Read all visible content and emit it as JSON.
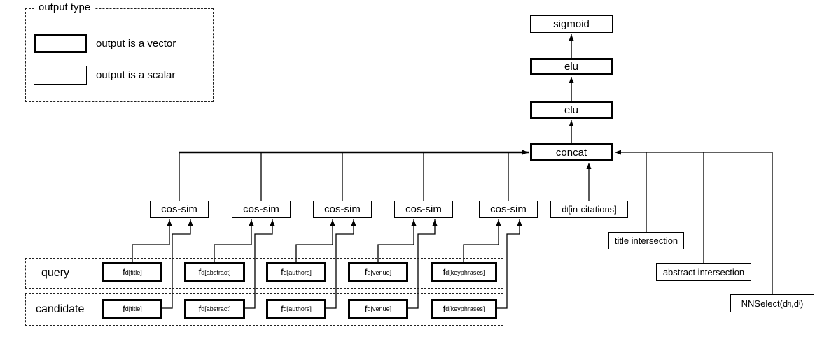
{
  "legend": {
    "title": "output type",
    "vector_label": "output is a vector",
    "scalar_label": "output is a scalar"
  },
  "nodes": {
    "sigmoid": "sigmoid",
    "elu_top": "elu",
    "elu_bottom": "elu",
    "concat": "concat",
    "cos_sim": "cos-sim",
    "in_citations": {
      "base": "d",
      "sub": "i",
      "rest": "[in-citations]"
    },
    "title_intersection": "title intersection",
    "abstract_intersection": "abstract intersection",
    "nnselect": {
      "t1": "NNSelect(d",
      "s1": "q",
      "t2": ",d",
      "s2": "i",
      "t3": ")"
    }
  },
  "rows": {
    "query_label": "query",
    "candidate_label": "candidate"
  },
  "features": [
    {
      "base": "f",
      "sub": "d[title]"
    },
    {
      "base": "f",
      "sub": "d[abstract]"
    },
    {
      "base": "f",
      "sub": "d[authors]"
    },
    {
      "base": "f",
      "sub": "d[venue]"
    },
    {
      "base": "f",
      "sub": "d[keyphrases]"
    }
  ]
}
